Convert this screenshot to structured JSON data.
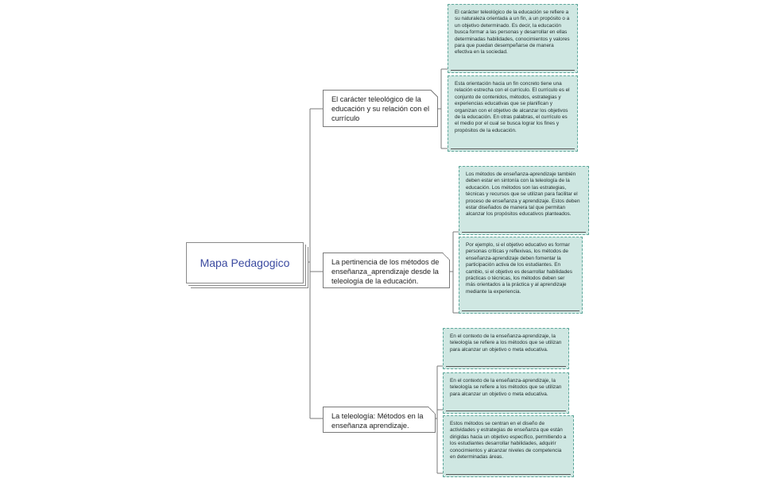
{
  "root": {
    "label": "Mapa Pedagogico"
  },
  "topics": [
    {
      "label": "El carácter teleológico de la educación y su relación con el currículo",
      "notes": [
        "El carácter teleológico de la educación se refiere a su naturaleza orientada a un fin, a un propósito o a un objetivo determinado. Es decir, la educación busca formar a las personas y desarrollar en ellas determinadas habilidades, conocimientos y valores para que puedan desempeñarse de manera efectiva en la sociedad.",
        "Esta orientación hacia un fin concreto tiene una relación estrecha con el currículo. El currículo es el conjunto de contenidos, métodos, estrategias y experiencias educativas que se planifican y organizan con el objetivo de alcanzar los objetivos de la educación. En otras palabras, el currículo es el medio por el cual se busca lograr los fines y propósitos de la educación."
      ]
    },
    {
      "label": "La pertinencia de los métodos de enseñanza_aprendizaje desde la teleología de la educación.",
      "notes": [
        "Los métodos de enseñanza-aprendizaje también deben estar en sintonía con la teleología de la educación. Los métodos son las estrategias, técnicas y recursos que se utilizan para facilitar el proceso de enseñanza y aprendizaje. Estos deben estar diseñados de manera tal que permitan alcanzar los propósitos educativos planteados.",
        "Por ejemplo, si el objetivo educativo es formar personas críticas y reflexivas, los métodos de enseñanza-aprendizaje deben fomentar la participación activa de los estudiantes. En cambio, si el objetivo es desarrollar habilidades prácticas o técnicas, los métodos deben ser más orientados a la práctica y al aprendizaje mediante la experiencia."
      ]
    },
    {
      "label": "La teleología: Métodos en la enseñanza aprendizaje.",
      "notes": [
        "En el contexto de la enseñanza-aprendizaje, la teleología se refiere a los métodos que se utilizan para alcanzar un objetivo o meta educativa.",
        "En el contexto de la enseñanza-aprendizaje, la teleología se refiere a los métodos que se utilizan para alcanzar un objetivo o meta educativa.",
        "Estos métodos se centran en el diseño de actividades y estrategias de enseñanza que están dirigidas hacia un objetivo específico, permitiendo a los estudiantes desarrollar habilidades, adquirir conocimientos y alcanzar niveles de competencia en determinadas áreas."
      ]
    }
  ]
}
